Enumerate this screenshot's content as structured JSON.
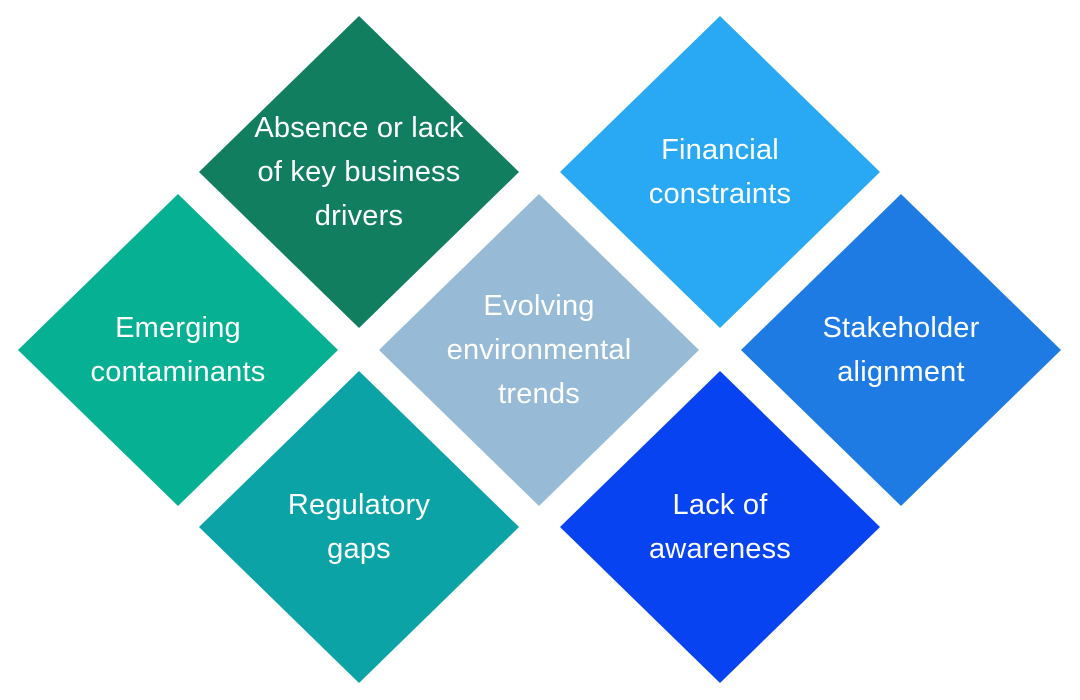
{
  "diagram": {
    "items": {
      "absence": {
        "label": "Absence or lack of key business drivers",
        "color": "#127e60"
      },
      "financial": {
        "label": "Financial constraints",
        "color": "#29a8f4"
      },
      "emerging": {
        "label": "Emerging contaminants",
        "color": "#06b092"
      },
      "evolving": {
        "label": "Evolving environmental trends",
        "color": "#97bbd6"
      },
      "stakeholder": {
        "label": "Stakeholder alignment",
        "color": "#1f7be4"
      },
      "regulatory": {
        "label": "Regulatory gaps",
        "color": "#0ca3a6"
      },
      "lack": {
        "label": "Lack of awareness",
        "color": "#0743f1"
      }
    }
  }
}
